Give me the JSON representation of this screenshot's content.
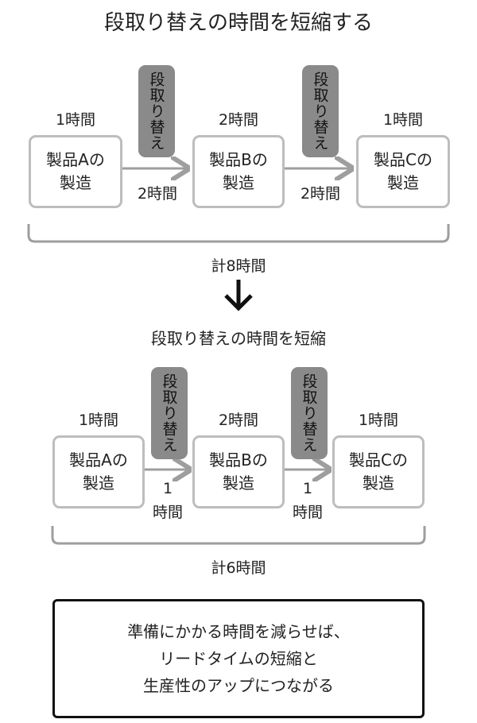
{
  "title": "段取り替えの時間を短縮する",
  "before": {
    "products": [
      {
        "line1": "製品Aの",
        "line2": "製造",
        "time": "1時間"
      },
      {
        "line1": "製品Bの",
        "line2": "製造",
        "time": "2時間"
      },
      {
        "line1": "製品Cの",
        "line2": "製造",
        "time": "1時間"
      }
    ],
    "changeover_label": "段取り替え",
    "changeover_times": [
      "2時間",
      "2時間"
    ],
    "total": "計8時間"
  },
  "middle_label": "段取り替えの時間を短縮",
  "after": {
    "products": [
      {
        "line1": "製品Aの",
        "line2": "製造",
        "time": "1時間"
      },
      {
        "line1": "製品Bの",
        "line2": "製造",
        "time": "2時間"
      },
      {
        "line1": "製品Cの",
        "line2": "製造",
        "time": "1時間"
      }
    ],
    "changeover_label": "段取り替え",
    "changeover_times": [
      {
        "num": "1",
        "unit": "時間"
      },
      {
        "num": "1",
        "unit": "時間"
      }
    ],
    "total": "計6時間"
  },
  "summary": [
    "準備にかかる時間を減らせば、",
    "リードタイムの短縮と",
    "生産性のアップにつながる"
  ]
}
